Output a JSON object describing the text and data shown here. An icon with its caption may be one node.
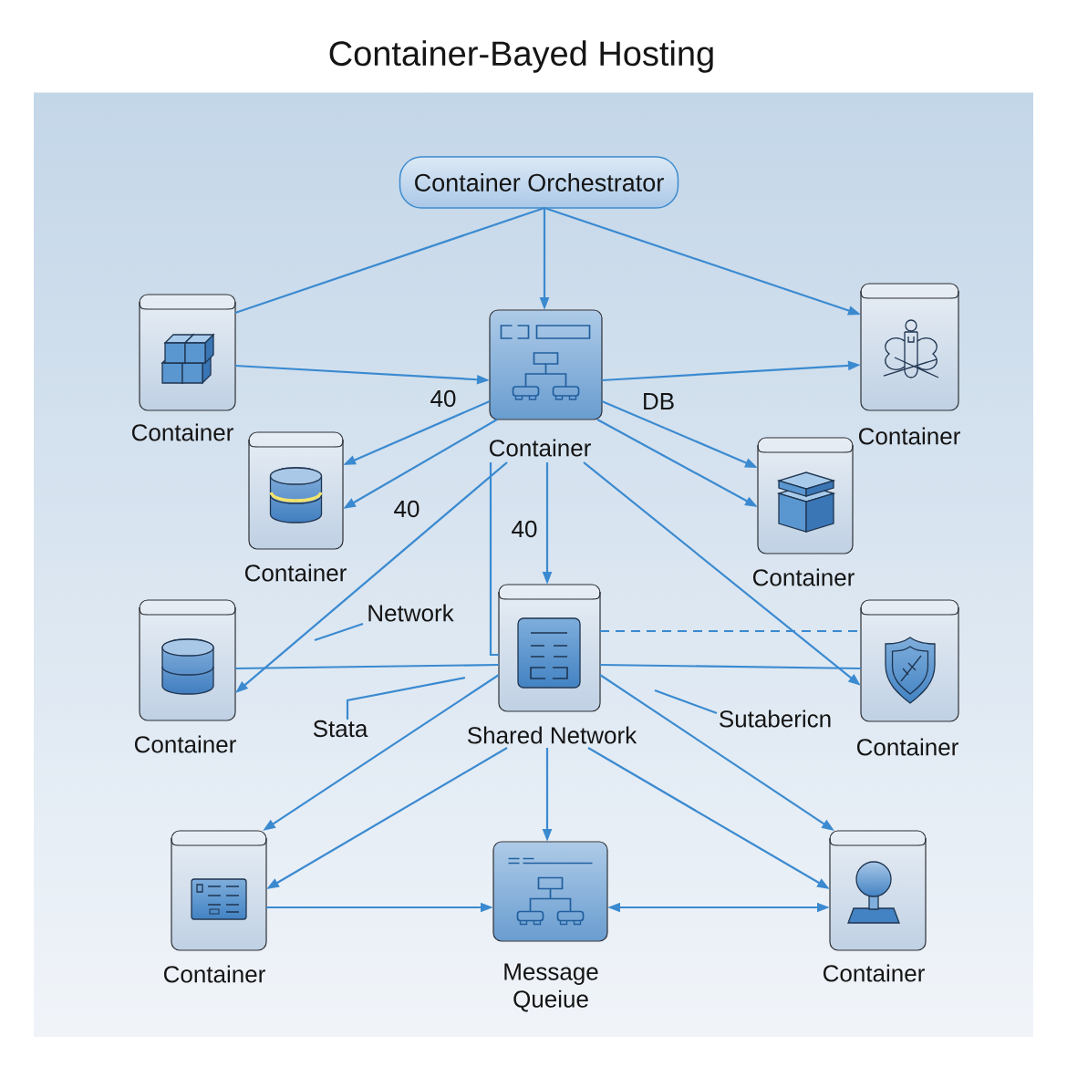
{
  "diagram": {
    "title": "Container-Bayed Hosting",
    "nodes": [
      {
        "text": [
          "Container Orchestrator"
        ]
      },
      {
        "text": [
          "Container"
        ]
      },
      {
        "text": [
          "Container"
        ]
      },
      {
        "text": [
          "Container"
        ]
      },
      {
        "text": [
          "Container"
        ]
      },
      {
        "text": [
          "Container"
        ]
      },
      {
        "text": [
          "Container"
        ]
      },
      {
        "text": [
          "Shared Network"
        ]
      },
      {
        "text": [
          "Container"
        ]
      },
      {
        "text": [
          "Network"
        ]
      },
      {
        "text": [
          "Stata"
        ]
      },
      {
        "text": [
          "Sutabericn"
        ]
      },
      {
        "text": [
          "Container"
        ]
      },
      {
        "text": [
          "Message Queiue"
        ]
      },
      {
        "text": [
          "Container"
        ]
      }
    ],
    "edges": [
      {
        "from": 0,
        "to": 1,
        "arrow": "none"
      },
      {
        "from": 0,
        "to": 2,
        "arrow": "to"
      },
      {
        "from": 0,
        "to": 3,
        "arrow": "to"
      },
      {
        "from": 1,
        "to": 2,
        "arrow": "to",
        "label": "40"
      },
      {
        "from": 2,
        "to": 3,
        "arrow": "to"
      },
      {
        "from": 2,
        "to": 4,
        "arrow": "to"
      },
      {
        "from": 2,
        "to": 4,
        "arrow": "to",
        "label": "40"
      },
      {
        "from": 2,
        "to": 5,
        "arrow": "to",
        "label": "DB"
      },
      {
        "from": 2,
        "to": 5,
        "arrow": "to"
      },
      {
        "from": 2,
        "to": 6,
        "arrow": "to"
      },
      {
        "from": 2,
        "to": 7,
        "arrow": "to",
        "label": "40"
      },
      {
        "from": 2,
        "to": 7,
        "arrow": "none"
      },
      {
        "from": 2,
        "to": 8,
        "arrow": "to"
      },
      {
        "from": 7,
        "to": 6,
        "arrow": "none"
      },
      {
        "from": 7,
        "to": 8,
        "arrow": "none",
        "style": "dashed"
      },
      {
        "from": 7,
        "to": 8,
        "arrow": "none"
      },
      {
        "from": 9,
        "to": null,
        "arrow": "none"
      },
      {
        "from": 10,
        "to": null,
        "arrow": "none"
      },
      {
        "from": 11,
        "to": null,
        "arrow": "none"
      },
      {
        "from": 7,
        "to": 12,
        "arrow": "to"
      },
      {
        "from": 7,
        "to": 12,
        "arrow": "to"
      },
      {
        "from": 7,
        "to": 13,
        "arrow": "to"
      },
      {
        "from": 7,
        "to": 14,
        "arrow": "to"
      },
      {
        "from": 7,
        "to": 14,
        "arrow": "to"
      },
      {
        "from": 12,
        "to": 13,
        "arrow": "to"
      },
      {
        "from": 13,
        "to": 14,
        "arrow": "both"
      }
    ]
  }
}
